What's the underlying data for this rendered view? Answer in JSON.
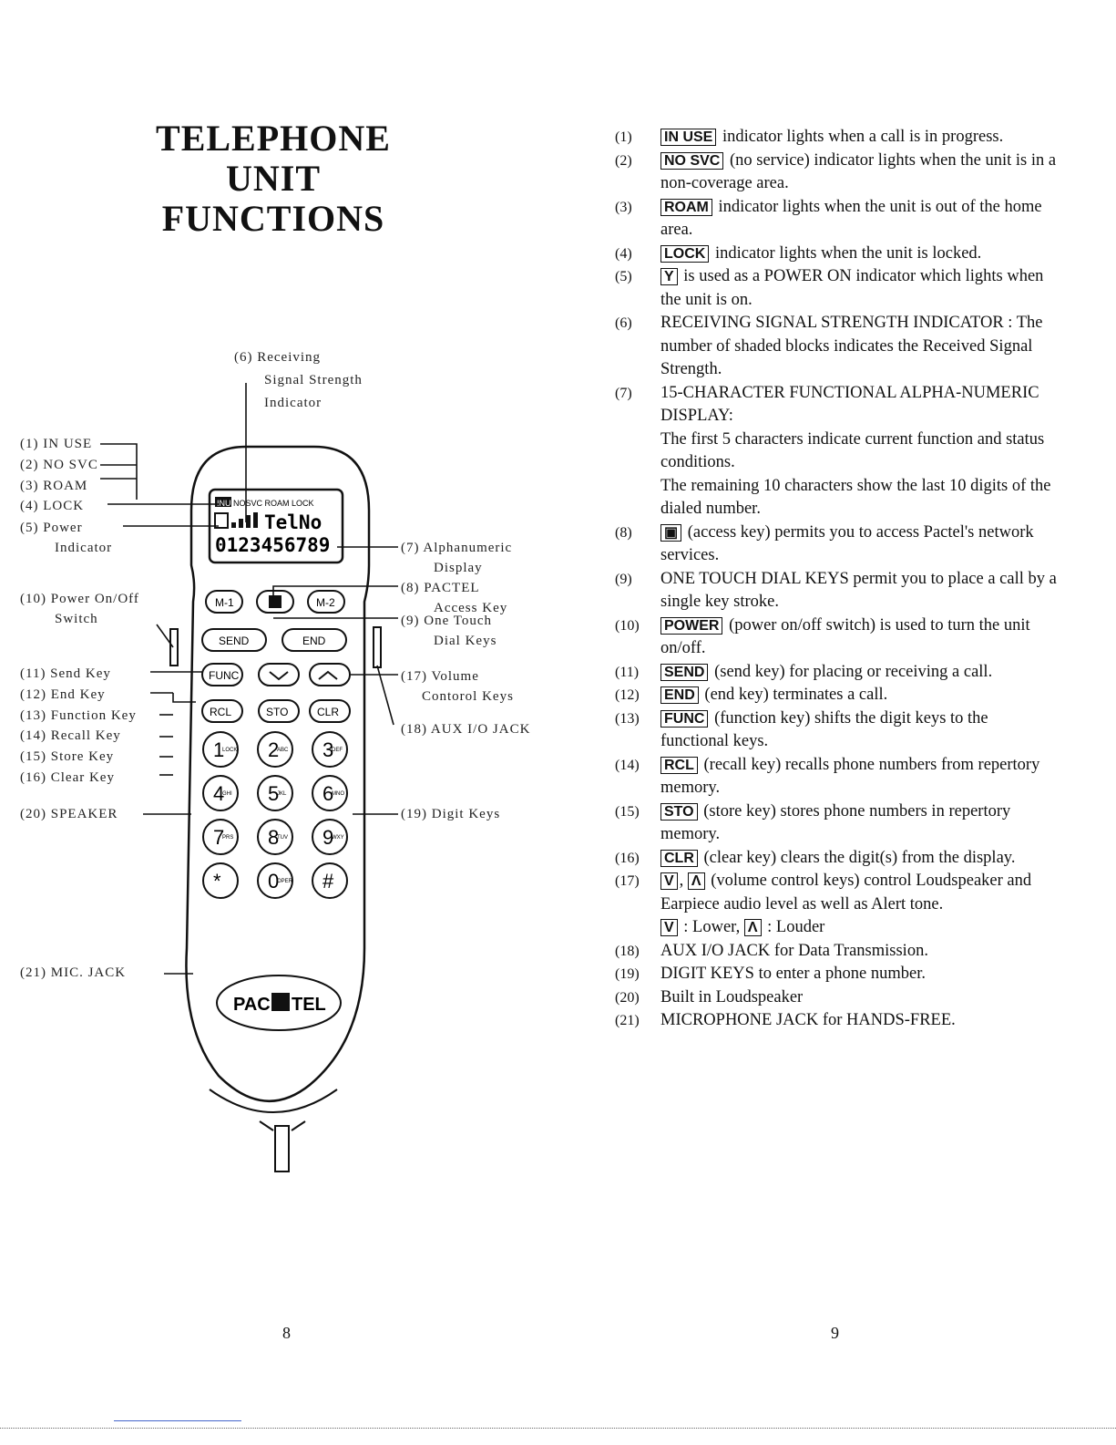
{
  "left_page": {
    "title_line1": "TELEPHONE UNIT",
    "title_line2": "FUNCTIONS",
    "page_number": "8",
    "callouts": {
      "c6a": "(6) Receiving",
      "c6b": "Signal Strength",
      "c6c": "Indicator",
      "c1": "(1) IN USE",
      "c2": "(2) NO SVC",
      "c3": "(3) ROAM",
      "c4": "(4) LOCK",
      "c5a": "(5) Power",
      "c5b": "Indicator",
      "c10a": "(10) Power On/Off",
      "c10b": "Switch",
      "c11": "(11) Send Key",
      "c12": "(12) End Key",
      "c13": "(13) Function Key",
      "c14": "(14) Recall Key",
      "c15": "(15) Store Key",
      "c16": "(16) Clear Key",
      "c20": "(20) SPEAKER",
      "c21": "(21) MIC. JACK",
      "c7a": "(7) Alphanumeric",
      "c7b": "Display",
      "c8a": "(8) PACTEL",
      "c8b": "Access Key",
      "c9a": "(9) One Touch",
      "c9b": "Dial Keys",
      "c17a": "(17) Volume",
      "c17b": "Contorol Keys",
      "c18": "(18) AUX I/O JACK",
      "c19": "(19) Digit Keys"
    },
    "phone": {
      "lcd_indicators": "IN USE NO SVC ROAM LOCK",
      "lcd_line1": "TelNo",
      "lcd_line2": "0123456789",
      "key_m1": "M-1",
      "key_m2": "M-2",
      "key_send": "SEND",
      "key_end": "END",
      "key_func": "FUNC",
      "key_rcl": "RCL",
      "key_sto": "STO",
      "key_clr": "CLR",
      "digits": [
        "1",
        "2",
        "3",
        "4",
        "5",
        "6",
        "7",
        "8",
        "9",
        "*",
        "0",
        "#"
      ],
      "digit_subs": [
        "LOCK",
        "ABC",
        "DEF",
        "GHI",
        "JKL",
        "MNO",
        "PRS",
        "TUV",
        "WXY",
        "",
        "OPER",
        ""
      ],
      "logo_left": "PAC",
      "logo_right": "TEL"
    }
  },
  "right_page": {
    "page_number": "9",
    "items": [
      {
        "num": "(1)",
        "key": "IN USE",
        "text": "indicator lights when a call is in progress."
      },
      {
        "num": "(2)",
        "key": "NO SVC",
        "text": "(no service) indicator lights when the unit is in a non-coverage area."
      },
      {
        "num": "(3)",
        "key": "ROAM",
        "text": "indicator lights when the unit is out of the home area."
      },
      {
        "num": "(4)",
        "key": "LOCK",
        "text": "indicator lights when the unit is locked."
      },
      {
        "num": "(5)",
        "key": "Y",
        "text": "is used as a POWER ON indicator which lights when the unit is on."
      },
      {
        "num": "(6)",
        "key": "",
        "text": "RECEIVING SIGNAL STRENGTH INDICATOR : The number of shaded blocks indicates the Received Signal Strength."
      },
      {
        "num": "(7)",
        "key": "",
        "text": "15-CHARACTER FUNCTIONAL ALPHA-NUMERIC DISPLAY:"
      },
      {
        "num": "(8)",
        "key": "▣",
        "text": "(access key) permits you to access Pactel's network services."
      },
      {
        "num": "(9)",
        "key": "",
        "text": "ONE TOUCH DIAL KEYS permit you to place a call by a single key stroke."
      },
      {
        "num": "(10)",
        "key": "POWER",
        "text": "(power on/off switch) is used to turn the unit on/off."
      },
      {
        "num": "(11)",
        "key": "SEND",
        "text": "(send key) for placing or receiving a call."
      },
      {
        "num": "(12)",
        "key": "END",
        "text": "(end key) terminates a call."
      },
      {
        "num": "(13)",
        "key": "FUNC",
        "text": "(function key) shifts the digit keys to the functional keys."
      },
      {
        "num": "(14)",
        "key": "RCL",
        "text": "(recall key) recalls phone numbers from repertory memory."
      },
      {
        "num": "(15)",
        "key": "STO",
        "text": "(store key) stores phone numbers in repertory memory."
      },
      {
        "num": "(16)",
        "key": "CLR",
        "text": "(clear key) clears the digit(s) from the display."
      },
      {
        "num": "(17)",
        "key": "V",
        "text": "(volume control keys) control Loudspeaker and Earpiece audio level as well as Alert tone."
      },
      {
        "num": "(18)",
        "key": "",
        "text": "AUX I/O JACK for Data Transmission."
      },
      {
        "num": "(19)",
        "key": "",
        "text": "DIGIT KEYS to enter a phone number."
      },
      {
        "num": "(20)",
        "key": "",
        "text": "Built in Loudspeaker"
      },
      {
        "num": "(21)",
        "key": "",
        "text": "MICROPHONE JACK for HANDS-FREE."
      }
    ],
    "item7_sub1": "The first 5 characters indicate current function and status conditions.",
    "item7_sub2": "The remaining 10 characters show the last 10 digits of the dialed number.",
    "item17_key2": "Λ",
    "item17_sub_lower_key": "V",
    "item17_sub_lower": ": Lower,",
    "item17_sub_louder_key": "Λ",
    "item17_sub_louder": ": Louder"
  }
}
